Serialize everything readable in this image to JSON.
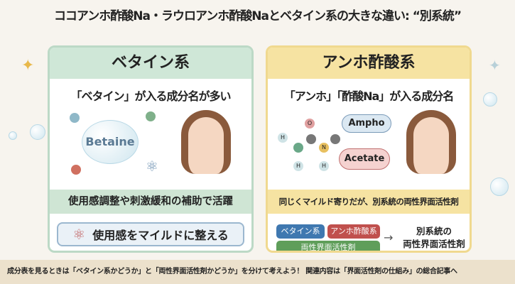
{
  "title": "ココアンホ酢酸Na・ラウロアンホ酢酸Naとベタイン系の大きな違い: “別系統”",
  "left": {
    "header": "ベタイン系",
    "subtitle": "「ベタイン」が入る成分名が多い",
    "bubble_label": "Betaine",
    "statement": "使用感調整や刺激緩和の補助で活躍",
    "box_label": "使用感をマイルドに整える",
    "box_icon": "atom-icon"
  },
  "right": {
    "header": "アンホ酢酸系",
    "subtitle": "「アンホ」「酢酸Na」が入る成分名",
    "molecule_labels": {
      "ampho": "Ampho",
      "acetate": "Acetate",
      "o": "O",
      "h": "H",
      "n": "N"
    },
    "statement": "同じくマイルド寄りだが、別系統の両性界面活性剤",
    "tags": {
      "betaine": "ベタイン系",
      "ampho": "アンホ酢酸系",
      "amphoteric": "両性界面活性剤"
    },
    "arrow": "→",
    "result": "別系統の\n両性界面活性剤"
  },
  "footer": "成分表を見るときは「ベタイン系かどうか」と「両性界面活性剤かどうか」を分けて考えよう！ 関連内容は「界面活性剤の仕組み」の総合記事へ",
  "colors": {
    "betaine_green": "#cfe7d7",
    "ampho_yellow": "#f6e3a2",
    "tag_blue": "#3f78b0",
    "tag_red": "#c0504d",
    "tag_green": "#5f9e5a"
  }
}
